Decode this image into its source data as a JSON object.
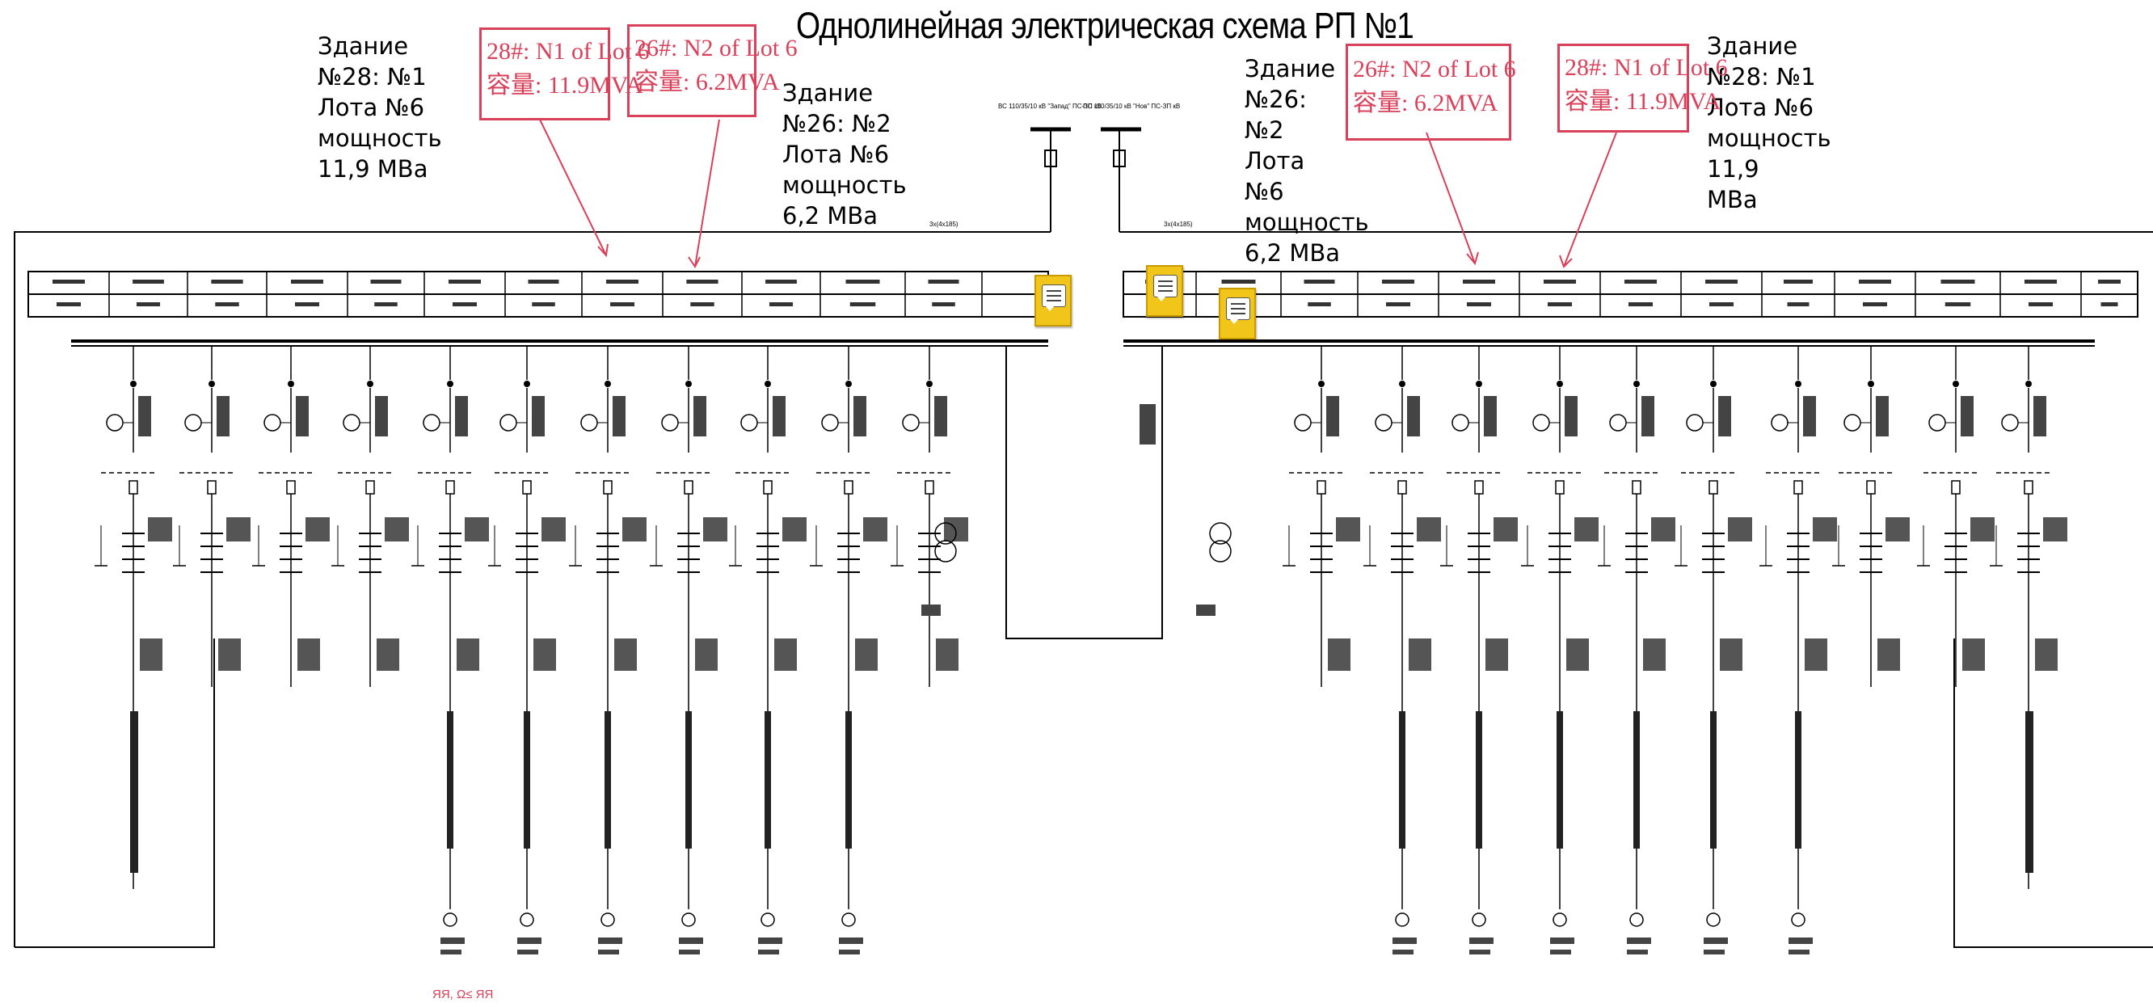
{
  "title": "Однолинейная электрическая схема РП №1",
  "notes": {
    "left_b28": "Здание №28: №1 Лота №6 мощность 11,9 МВа",
    "left_b26": "Здание №26: №2 Лота №6 мощность 6,2 МВа",
    "right_b26": "Здание №26: №2 Лота №6 мощность 6,2 МВа",
    "right_b28": "Здание №28: №1 Лота №6 мощность 11,9 МВа"
  },
  "red_boxes": {
    "lb1_line1": "28#:  N1 of Lot 6",
    "lb1_line2": "容量:  11.9MVA",
    "lb2_line1": "26#:  N2 of Lot 6",
    "lb2_line2": "容量:  6.2MVA",
    "rb1_line1": "26#:  N2 of Lot 6",
    "rb1_line2": "容量:  6.2MVA",
    "rb2_line1": "28#:  N1 of Lot 6",
    "rb2_line2": "容量:  11.9MVA"
  },
  "small_red": {
    "bottom_left": "ЯЯ, Ω≤ ЯЯ"
  },
  "accent_color": "#d9405a",
  "comment_color": "#f2c51b"
}
